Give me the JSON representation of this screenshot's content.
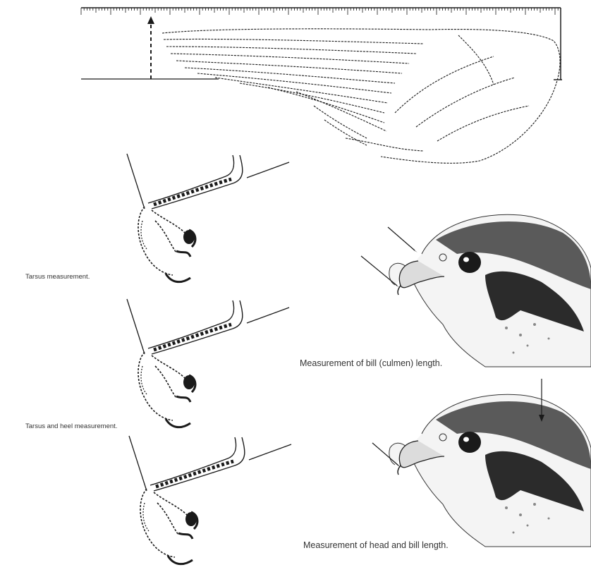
{
  "captions": {
    "tarsus": "Tarsus measurement.",
    "tarsus_heel": "Tarsus and heel measurement.",
    "bill": "Measurement of bill (culmen) length.",
    "head_bill": "Measurement of head and bill length."
  },
  "colors": {
    "ink": "#1a1a1a",
    "dark_plumage": "#2b2b2b",
    "background": "#ffffff"
  }
}
